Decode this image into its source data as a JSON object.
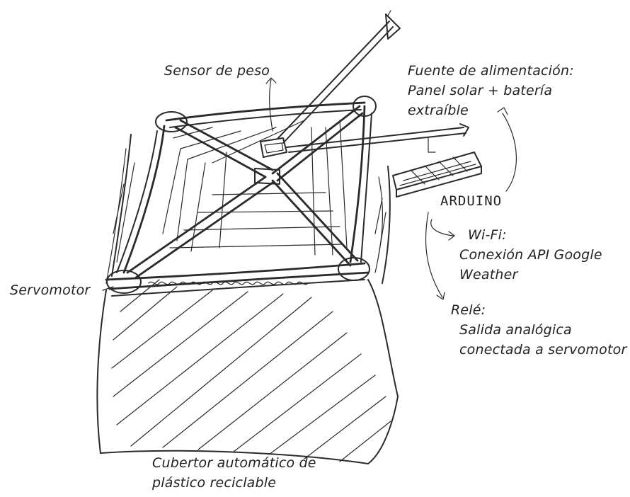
{
  "labels": {
    "sensor": "Sensor de peso",
    "power": [
      "Fuente de alimentación:",
      "Panel solar + batería",
      "extraíble"
    ],
    "arduino": "ARDUINO",
    "wifi": [
      "Wi-Fi:",
      "Conexión API Google",
      "Weather"
    ],
    "relay": [
      "Relé:",
      "Salida analógica",
      "conectada a servomotor"
    ],
    "servo": "Servomotor",
    "cover": [
      "Cubertor automático de",
      "plástico reciclable"
    ]
  },
  "colors": {
    "ink": "#2a2a2a",
    "background": "#ffffff"
  }
}
